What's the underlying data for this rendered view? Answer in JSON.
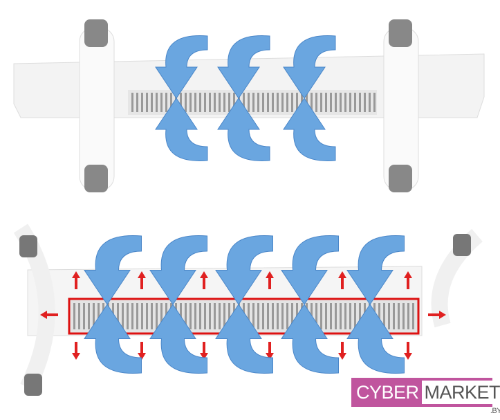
{
  "logo": {
    "part1": "CYBER",
    "part2": "MARKET",
    "suffix": ".BY"
  },
  "colors": {
    "airflow": "#6aa6e0",
    "heat": "#e02020",
    "brand": "#c0559e"
  }
}
